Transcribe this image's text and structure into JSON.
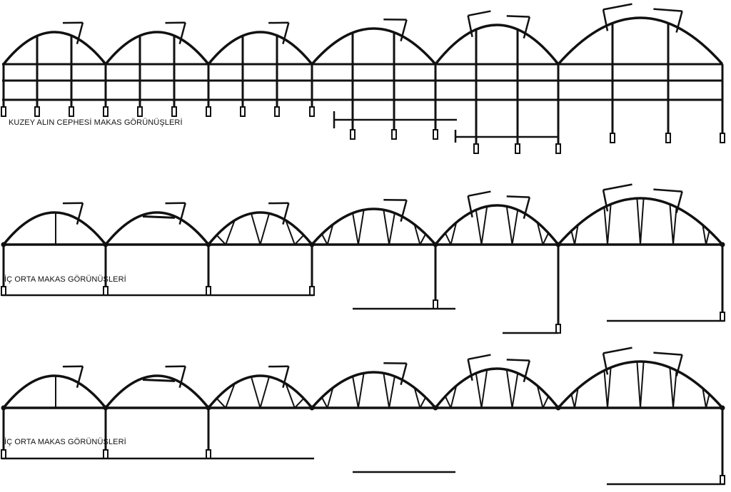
{
  "labels": {
    "north_gable": "KUZEY ALIN CEPHESİ  MAKAS GÖRÜNÜŞLERİ",
    "inner_truss_1": "İÇ ORTA MAKAS GÖRÜNÜŞLERİ",
    "inner_truss_2": "İÇ ORTA MAKAS GÖRÜNÜŞLERİ"
  }
}
